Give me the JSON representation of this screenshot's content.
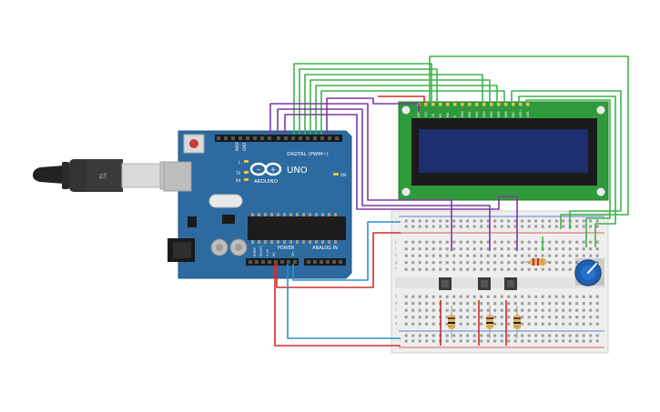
{
  "arduino": {
    "brand": "ARDUINO",
    "model": "UNO",
    "header_digital": "DIGITAL (PWM~)",
    "header_power": "POWER",
    "header_analog": "ANALOG IN",
    "led_on": "ON",
    "led_l": "L",
    "led_tx": "TX",
    "led_rx": "RX",
    "reset": "RESET",
    "aref": "AREF",
    "gnd": "GND",
    "ioref": "IOREF",
    "vin": "Vin",
    "pin_5v": "5V",
    "pin_3v3": "3.3V"
  },
  "lcd": {
    "pin_labels": [
      "GND",
      "VCC",
      "V0",
      "RS",
      "RW",
      "E",
      "DB0",
      "DB1",
      "DB2",
      "DB3",
      "DB4",
      "DB5",
      "DB6",
      "DB7",
      "LED+",
      "LED-"
    ]
  },
  "breadboard": {
    "row_letters_top": [
      "j",
      "i",
      "h",
      "g",
      "f"
    ],
    "row_letters_bottom": [
      "e",
      "d",
      "c",
      "b",
      "a"
    ]
  },
  "colors": {
    "board_blue": "#2c6aa0",
    "wire_green": "#3fb34a",
    "wire_purple": "#7b3aa0",
    "wire_red": "#d42b2b",
    "wire_blue": "#2e8fd0",
    "lcd_pcb": "#2e9a3c",
    "lcd_screen": "#1d2f6e",
    "potentiometer": "#1f5fb0"
  }
}
